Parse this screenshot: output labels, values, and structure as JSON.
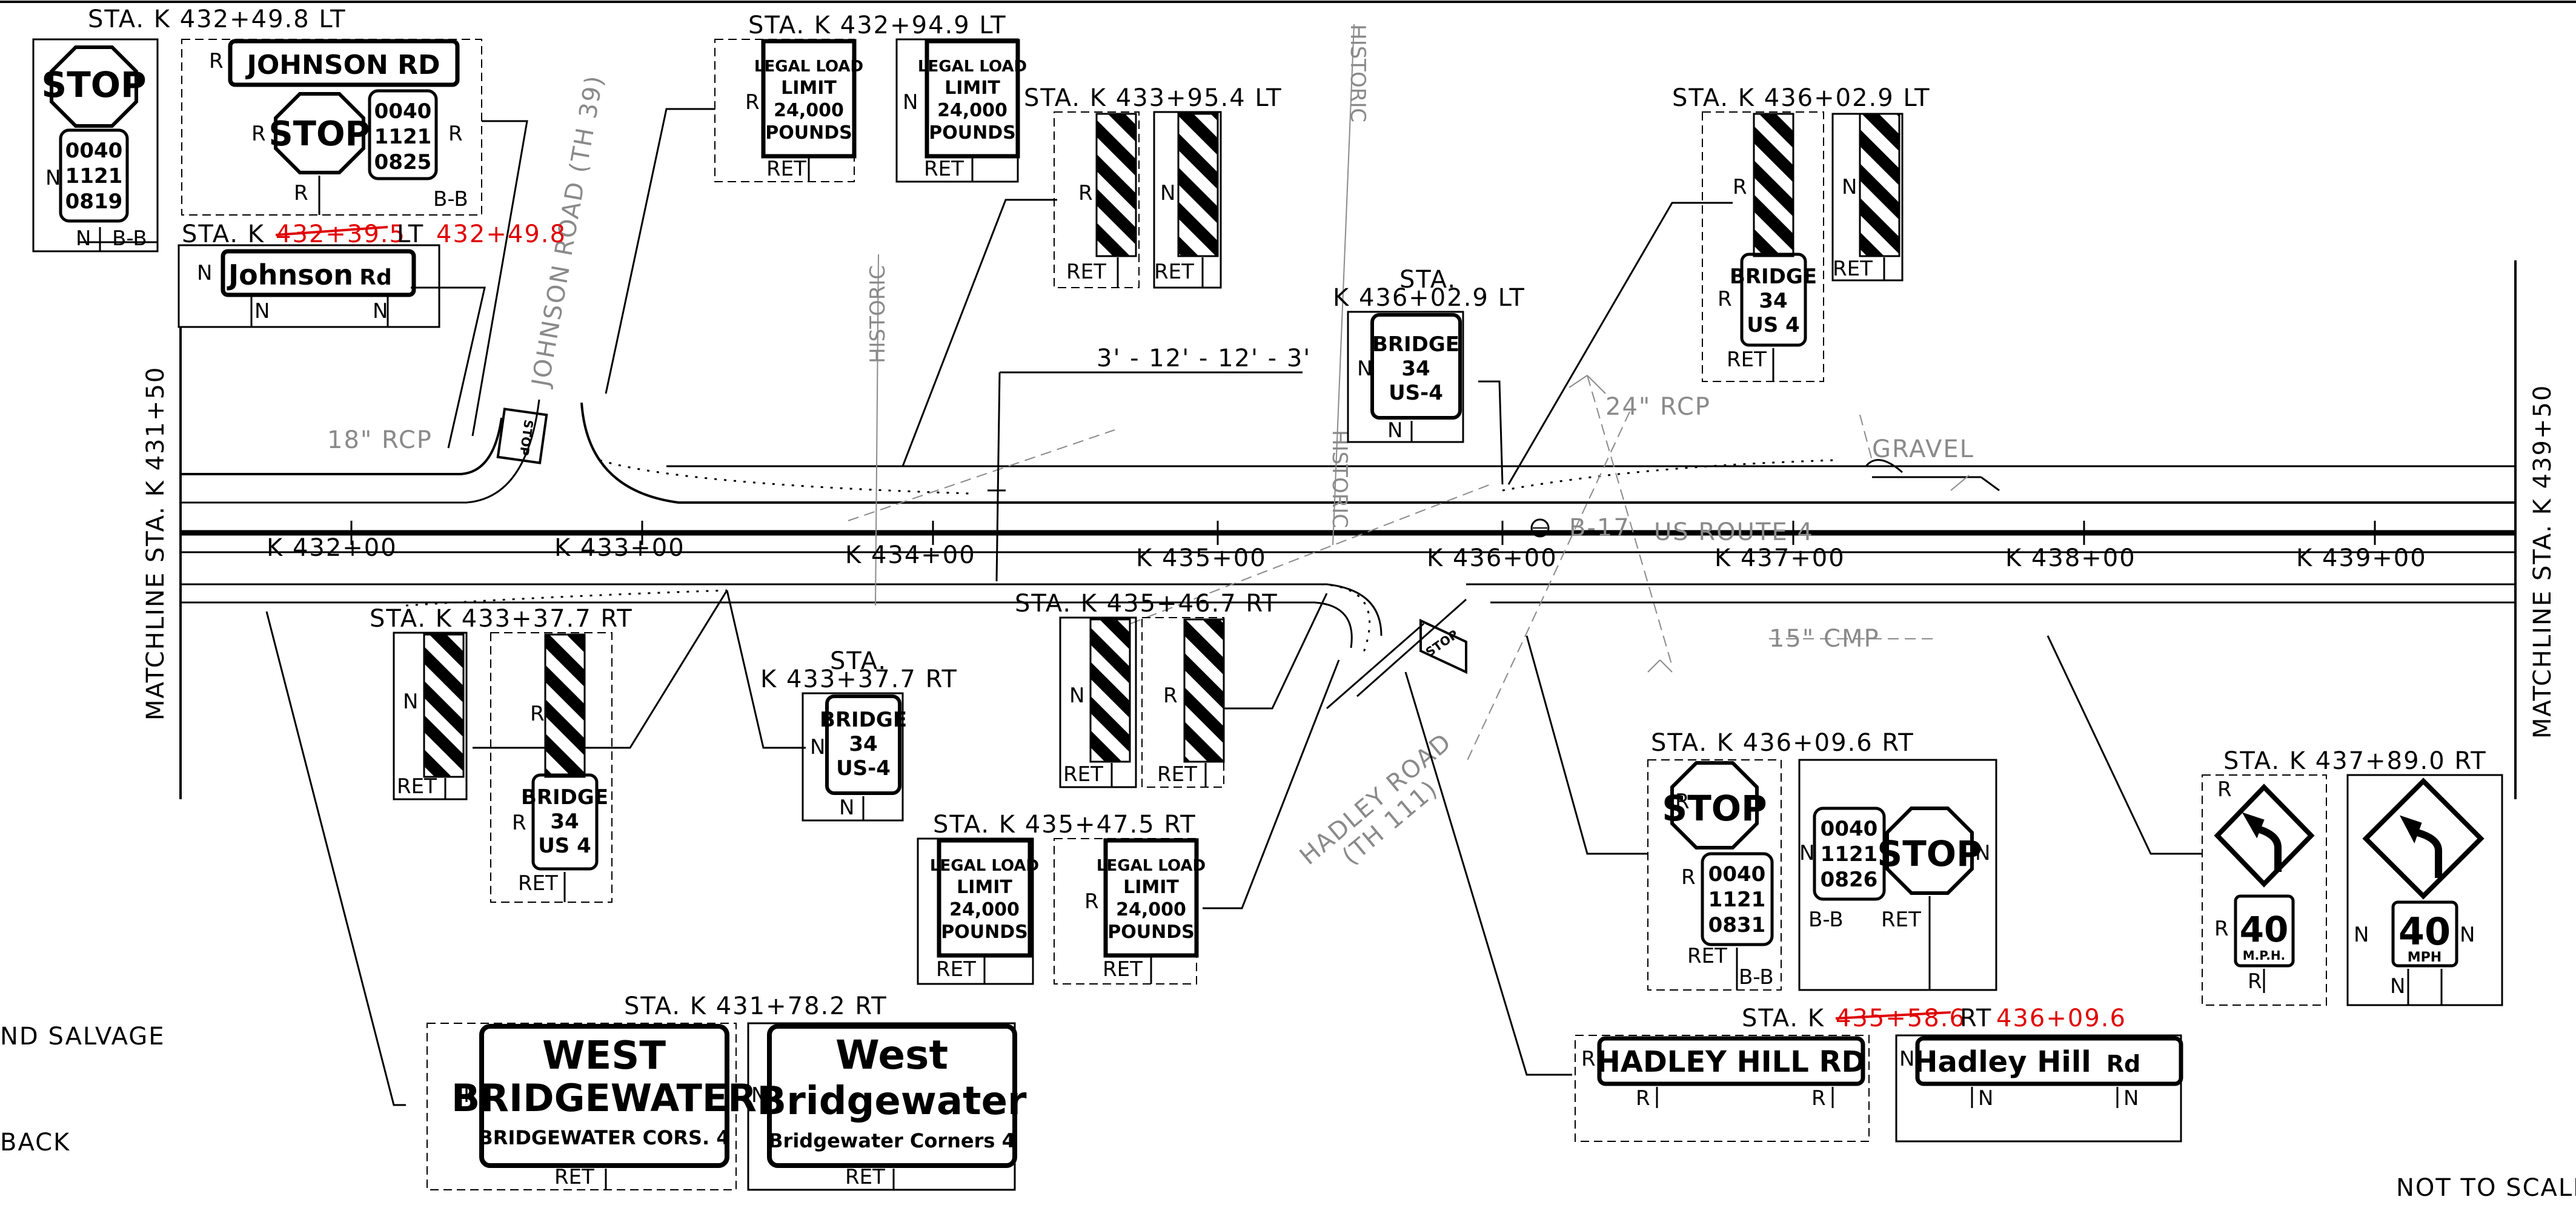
{
  "stations": {
    "s1": "STA. K 432+49.8 LT",
    "s2_pre": "STA. K",
    "s2_old": "432+39.5",
    "s2_post": "LT",
    "s2_new": "432+49.8",
    "s3": "STA. K 432+94.9 LT",
    "s4": "STA. K 433+95.4 LT",
    "s5a": "STA.",
    "s5b": "K 436+02.9 LT",
    "s6": "STA. K 436+02.9 LT",
    "s7": "STA. K 433+37.7 RT",
    "s8a": "STA.",
    "s8b": "K 433+37.7 RT",
    "s9": "STA. K 435+46.7 RT",
    "s10": "STA. K 435+47.5 RT",
    "s11": "STA. K 436+09.6 RT",
    "s12": "STA. K 437+89.0 RT",
    "s13": "STA. K 431+78.2 RT",
    "s14_pre": "STA. K",
    "s14_old": "435+58.6",
    "s14_post": "RT",
    "s14_new": "436+09.6"
  },
  "signs": {
    "stop": "STOP",
    "stop_code1": [
      "0040",
      "1121",
      "0819"
    ],
    "stop_code2": [
      "0040",
      "1121",
      "0825"
    ],
    "stop_code3": [
      "0040",
      "1121",
      "0831"
    ],
    "stop_code4": [
      "0040",
      "1121",
      "0826"
    ],
    "johnson_old": "JOHNSON RD",
    "johnson_new_a": "Johnson",
    "johnson_new_b": "Rd",
    "legal_load": [
      "LEGAL LOAD",
      "LIMIT",
      "24,000",
      "POUNDS"
    ],
    "bridge_a": [
      "BRIDGE",
      "34",
      "US-4"
    ],
    "bridge_b": [
      "BRIDGE",
      "34",
      "US 4"
    ],
    "west_old": [
      "WEST",
      "BRIDGEWATER",
      "BRIDGEWATER CORS.  4"
    ],
    "west_new": [
      "West",
      "Bridgewater",
      "Bridgewater Corners  4"
    ],
    "hadley_old": "HADLEY HILL RD",
    "hadley_new_a": "Hadley Hill",
    "hadley_new_b": "Rd",
    "speed_num": "40",
    "speed_unit_a": "M.P.H.",
    "speed_unit_b": "MPH",
    "stop_small": "STOP"
  },
  "codes": {
    "n": "N",
    "r": "R",
    "bb": "B-B",
    "ret": "RET"
  },
  "road": {
    "stations": [
      "K 432+00",
      "K 433+00",
      "K 434+00",
      "K 435+00",
      "K 436+00",
      "K 437+00",
      "K 438+00",
      "K 439+00"
    ],
    "route": "US ROUTE 4",
    "boring": "B-17",
    "matchline_left": "MATCHLINE STA.  K 431+50",
    "matchline_right": "MATCHLINE STA.  K 439+50",
    "johnson_road": "JOHNSON ROAD  (TH 39)",
    "hadley_road": "HADLEY ROAD",
    "hadley_th": "(TH 111)",
    "historic": "HISTORIC",
    "rcp18": "18\" RCP",
    "rcp24": "24\" RCP",
    "cmp15": "15\" CMP",
    "gravel": "GRAVEL",
    "lanes": "3' - 12' - 12' - 3'"
  },
  "notes": {
    "left1": "ND SALVAGE",
    "left2": "BACK",
    "scale": "NOT TO SCALE"
  },
  "colors": {
    "ink": "#000000",
    "grey": "#8a8a8a",
    "revision": "#e00000"
  }
}
